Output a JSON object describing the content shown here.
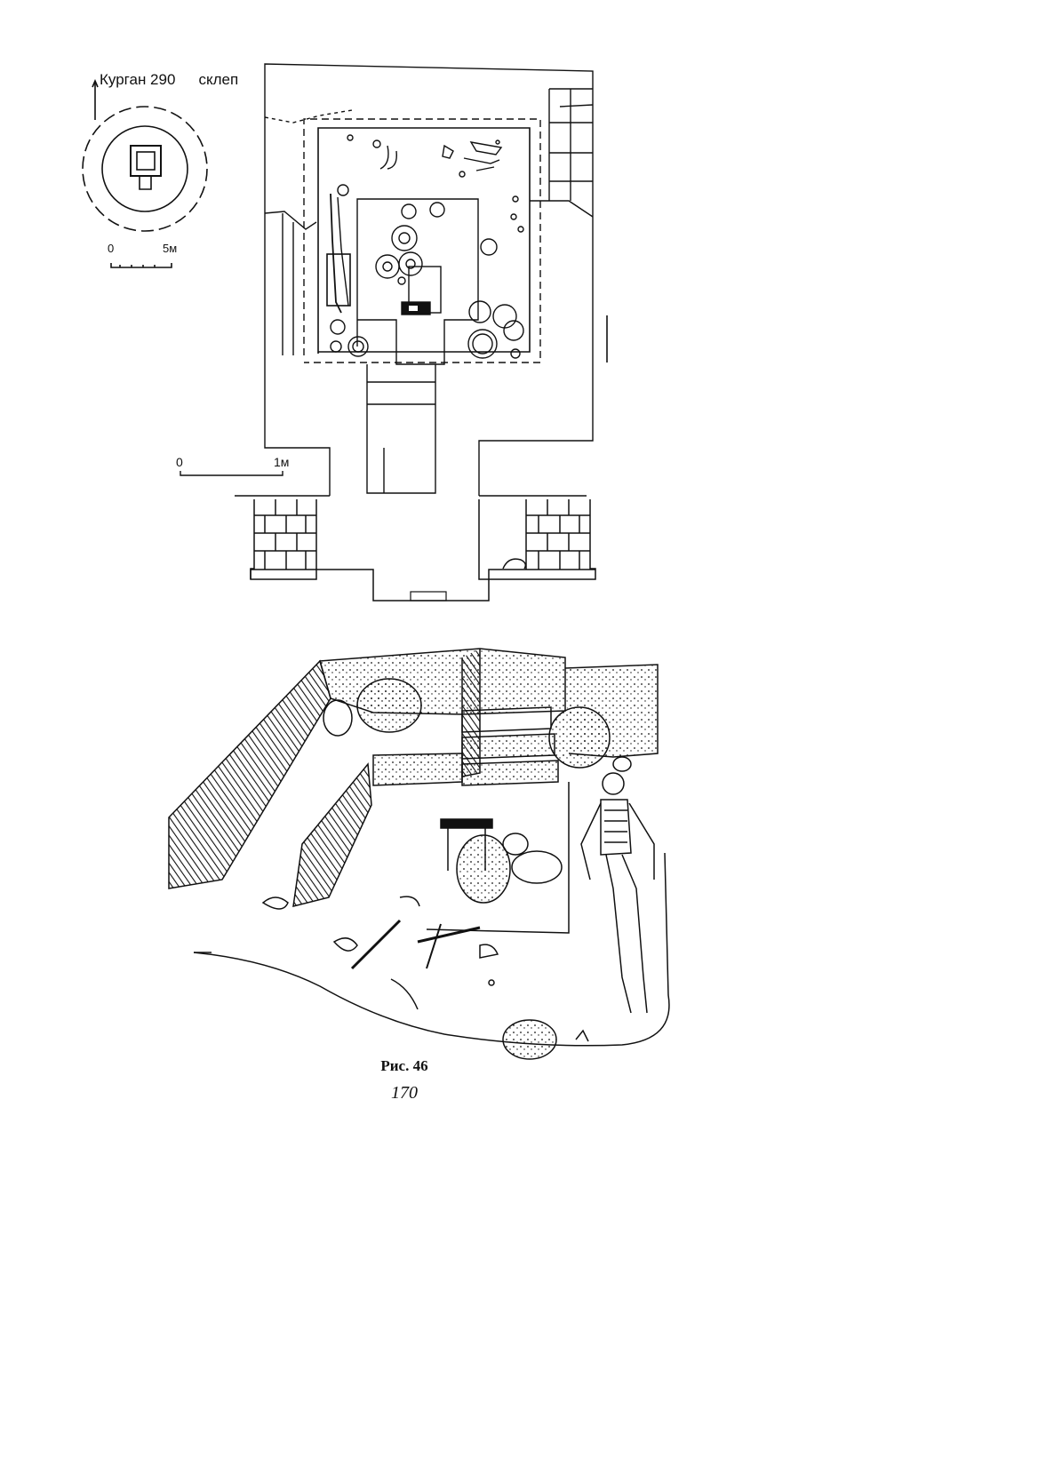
{
  "inset": {
    "title": "Курган 290",
    "subtitle": "склеп",
    "scale_start": "0",
    "scale_end": "5м"
  },
  "plan": {
    "scale_start": "0",
    "scale_end": "1м"
  },
  "figure": {
    "caption": "Рис. 46",
    "page_number": "170"
  },
  "colors": {
    "ink": "#111111",
    "paper": "#ffffff"
  }
}
